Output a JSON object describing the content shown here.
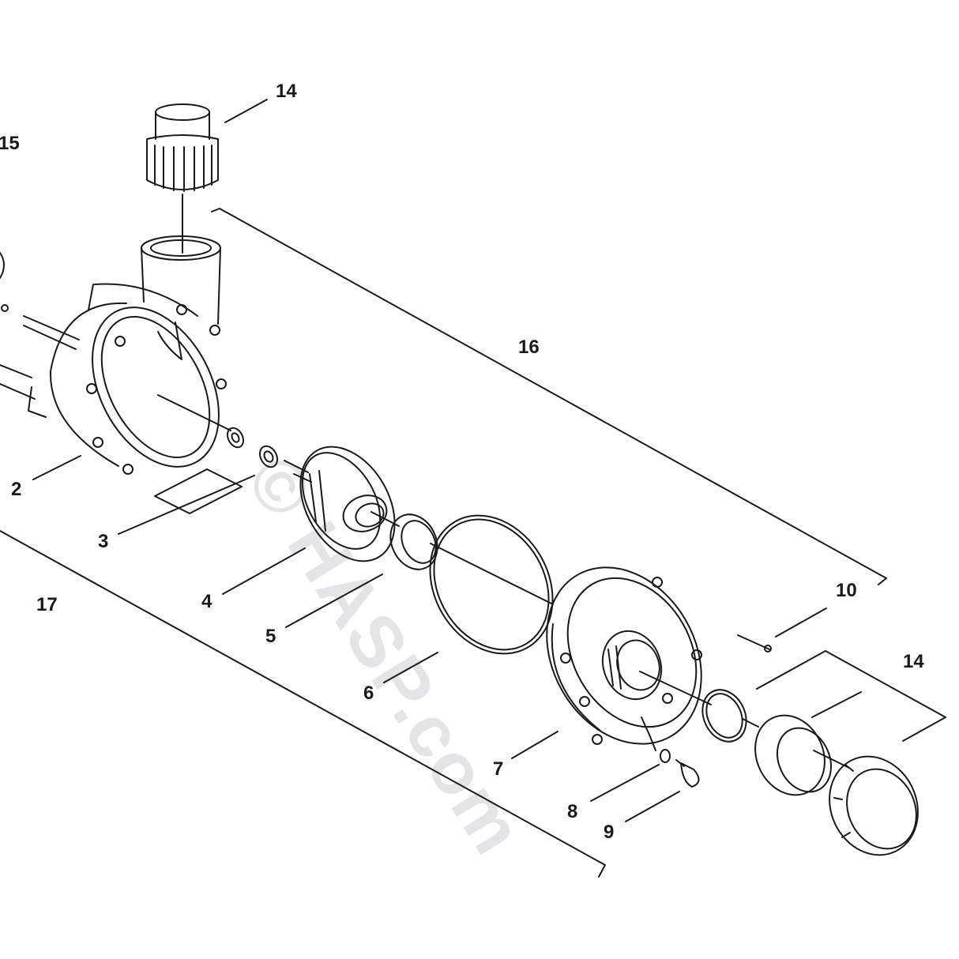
{
  "watermark": "© HASP.com",
  "callouts": {
    "n2": "2",
    "n3": "3",
    "n4": "4",
    "n5": "5",
    "n6": "6",
    "n7": "7",
    "n8": "8",
    "n9": "9",
    "n10": "10",
    "n14a": "14",
    "n14b": "14",
    "n15": "15",
    "n16": "16",
    "n17": "17"
  },
  "colors": {
    "line": "#1a1a1a",
    "watermark": "#cfcfd3"
  }
}
